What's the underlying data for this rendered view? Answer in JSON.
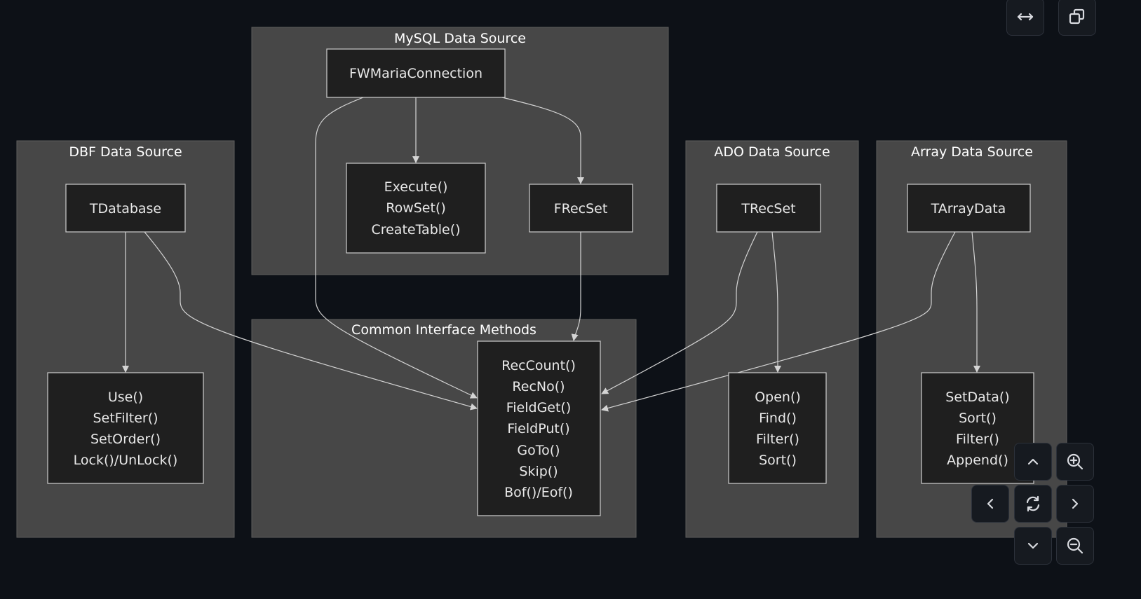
{
  "clusters": {
    "mysql": "MySQL Data Source",
    "dbf": "DBF Data Source",
    "ado": "ADO Data Source",
    "array": "Array Data Source",
    "common": "Common Interface Methods"
  },
  "nodes": {
    "fwmaria": [
      "FWMariaConnection"
    ],
    "mysql_methods": [
      "Execute()",
      "RowSet()",
      "CreateTable()"
    ],
    "frecset": [
      "FRecSet"
    ],
    "tdatabase": [
      "TDatabase"
    ],
    "dbf_methods": [
      "Use()",
      "SetFilter()",
      "SetOrder()",
      "Lock()/UnLock()"
    ],
    "trecset": [
      "TRecSet"
    ],
    "ado_methods": [
      "Open()",
      "Find()",
      "Filter()",
      "Sort()"
    ],
    "tarraydata": [
      "TArrayData"
    ],
    "array_methods": [
      "SetData()",
      "Sort()",
      "Filter()",
      "Append()"
    ],
    "common_methods": [
      "RecCount()",
      "RecNo()",
      "FieldGet()",
      "FieldPut()",
      "GoTo()",
      "Skip()",
      "Bof()/Eof()"
    ]
  },
  "edges": [
    {
      "from": "FWMariaConnection",
      "to": "mysql_methods"
    },
    {
      "from": "FWMariaConnection",
      "to": "FRecSet"
    },
    {
      "from": "FWMariaConnection",
      "to": "common_methods"
    },
    {
      "from": "FRecSet",
      "to": "common_methods"
    },
    {
      "from": "TDatabase",
      "to": "dbf_methods"
    },
    {
      "from": "TDatabase",
      "to": "common_methods"
    },
    {
      "from": "TRecSet",
      "to": "ado_methods"
    },
    {
      "from": "TRecSet",
      "to": "common_methods"
    },
    {
      "from": "TArrayData",
      "to": "array_methods"
    },
    {
      "from": "TArrayData",
      "to": "common_methods"
    }
  ],
  "controls": {
    "fit": "fit-width-icon",
    "copy": "copy-icon",
    "up": "chevron-up-icon",
    "zoom_in": "zoom-in-icon",
    "left": "chevron-left-icon",
    "reset": "reset-icon",
    "right": "chevron-right-icon",
    "down": "chevron-down-icon",
    "zoom_out": "zoom-out-icon"
  }
}
